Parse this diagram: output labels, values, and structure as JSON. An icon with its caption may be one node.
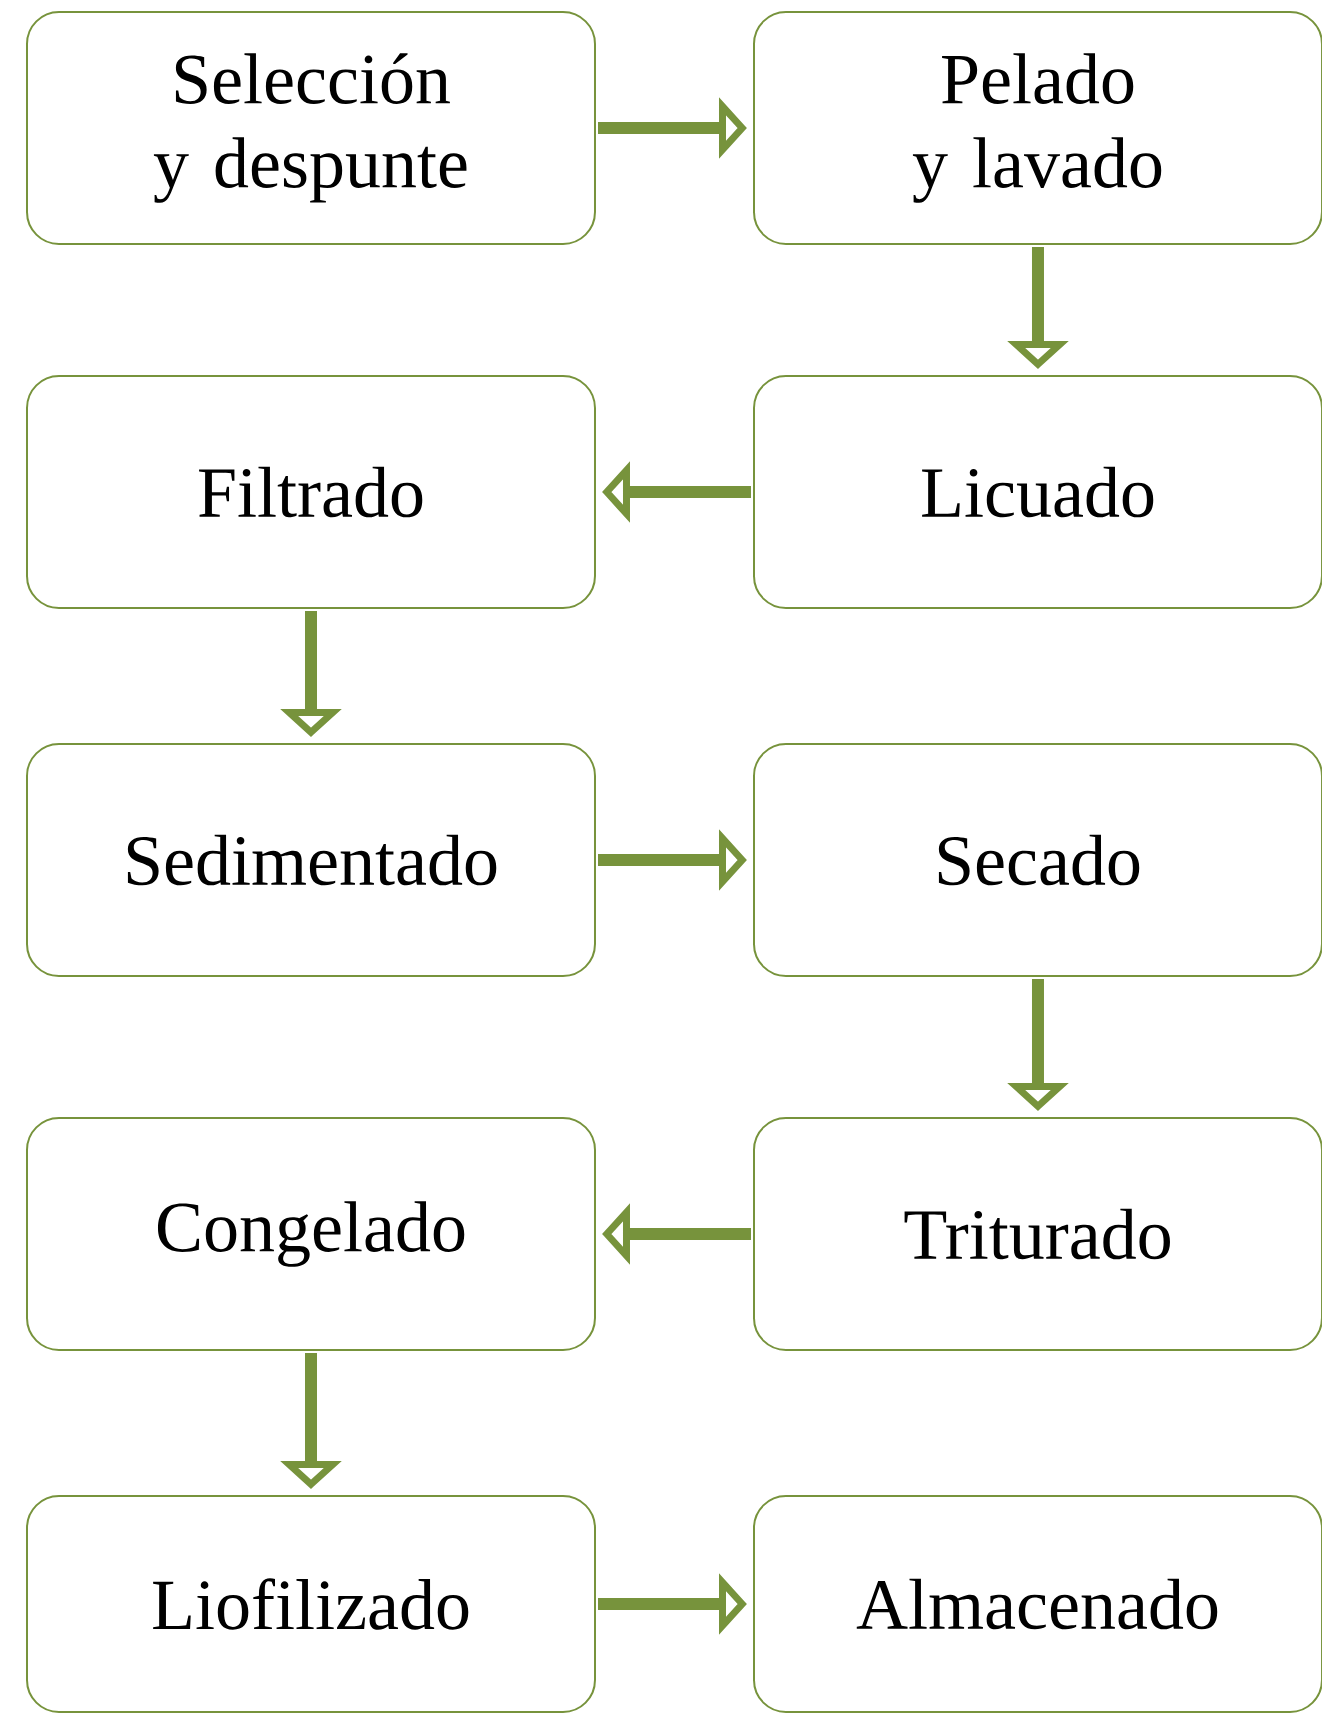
{
  "diagram": {
    "nodes": [
      {
        "text": [
          "Selección y despunte"
        ]
      },
      {
        "text": [
          "Pelado y lavado"
        ]
      },
      {
        "text": [
          "Filtrado"
        ]
      },
      {
        "text": [
          "Licuado"
        ]
      },
      {
        "text": [
          "Sedimentado"
        ]
      },
      {
        "text": [
          "Secado"
        ]
      },
      {
        "text": [
          "Congelado"
        ]
      },
      {
        "text": [
          "Triturado"
        ]
      },
      {
        "text": [
          "Liofilizado"
        ]
      },
      {
        "text": [
          "Almacenado"
        ]
      }
    ],
    "edges": [
      {
        "from": 0,
        "to": 1,
        "arrow": "to"
      },
      {
        "from": 1,
        "to": 3,
        "arrow": "to"
      },
      {
        "from": 3,
        "to": 2,
        "arrow": "to"
      },
      {
        "from": 2,
        "to": 4,
        "arrow": "to"
      },
      {
        "from": 4,
        "to": 5,
        "arrow": "to"
      },
      {
        "from": 5,
        "to": 7,
        "arrow": "to"
      },
      {
        "from": 7,
        "to": 6,
        "arrow": "to"
      },
      {
        "from": 6,
        "to": 8,
        "arrow": "to"
      },
      {
        "from": 8,
        "to": 9,
        "arrow": "to"
      }
    ]
  }
}
